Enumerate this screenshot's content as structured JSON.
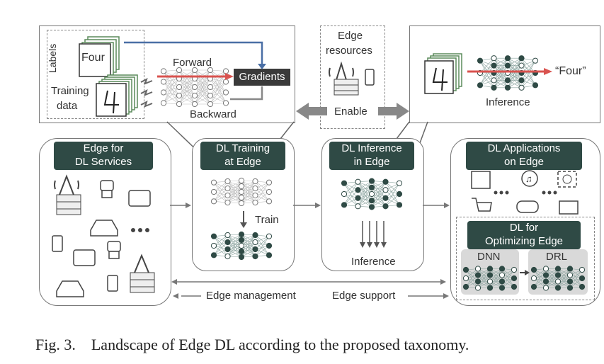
{
  "top_left": {
    "labels_label": "Labels",
    "labels_value": "Four",
    "training_data_label": [
      "Training",
      "data"
    ],
    "digit": "4",
    "forward": "Forward",
    "backward": "Backward",
    "gradients": "Gradients"
  },
  "top_center": {
    "edge_resources": [
      "Edge",
      "resources"
    ],
    "enable": "Enable"
  },
  "top_right": {
    "digit": "4",
    "output": "“Four”",
    "inference": "Inference"
  },
  "panels": {
    "edge_for_dl": [
      "Edge for",
      "DL Services"
    ],
    "dl_training": [
      "DL Training",
      "at Edge"
    ],
    "train_label": "Train",
    "dl_inference": [
      "DL Inference",
      "in Edge"
    ],
    "inference_label": "Inference",
    "dl_applications": [
      "DL Applications",
      "on Edge"
    ],
    "dl_optimizing": [
      "DL for",
      "Optimizing Edge"
    ],
    "dnn": "DNN",
    "drl": "DRL"
  },
  "bottom": {
    "edge_management": "Edge management",
    "edge_support": "Edge support"
  },
  "caption": {
    "number": "Fig. 3.",
    "text": "Landscape of Edge DL according to the proposed taxonomy."
  },
  "colors": {
    "header_bg": "#2f4a45",
    "arrow_red": "#d9534f",
    "arrow_blue": "#4a6fa5",
    "node_dark": "#2f4a45",
    "stack_green": "#7ab07a"
  }
}
